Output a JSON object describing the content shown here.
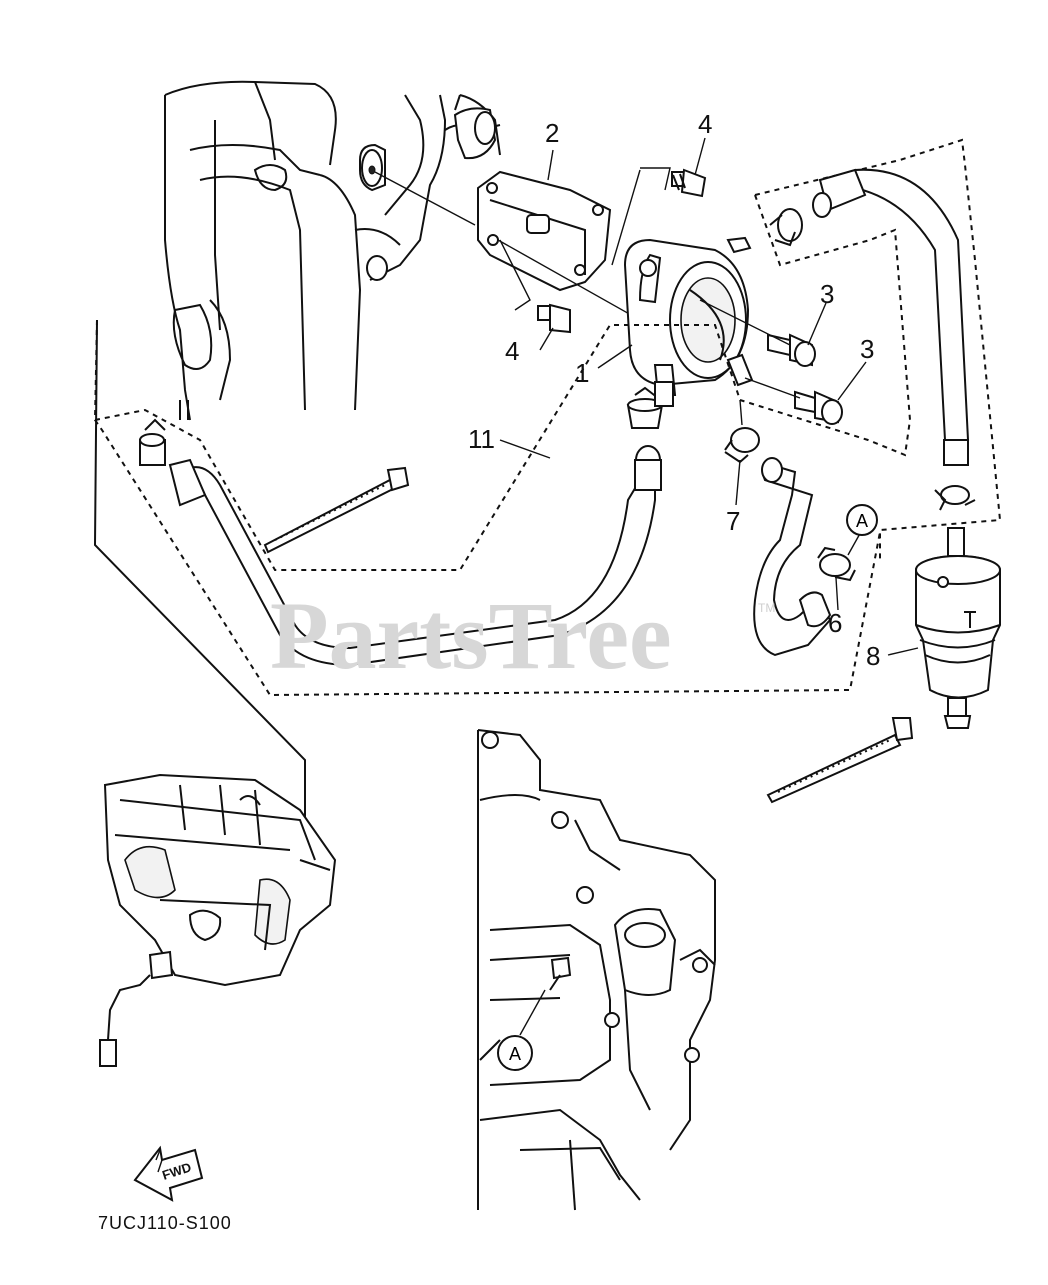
{
  "watermark": {
    "text": "PartsTree",
    "tm": "TM"
  },
  "diagram_code": "7UCJ110-S100",
  "fwd_label": "FWD",
  "callouts": {
    "part_1": "1",
    "part_2": "2",
    "part_3a": "3",
    "part_3b": "3",
    "part_4a": "4",
    "part_4b": "4",
    "part_6": "6",
    "part_7": "7",
    "part_8": "8",
    "part_11": "11",
    "ref_a_top": "A",
    "ref_a_bottom": "A"
  }
}
